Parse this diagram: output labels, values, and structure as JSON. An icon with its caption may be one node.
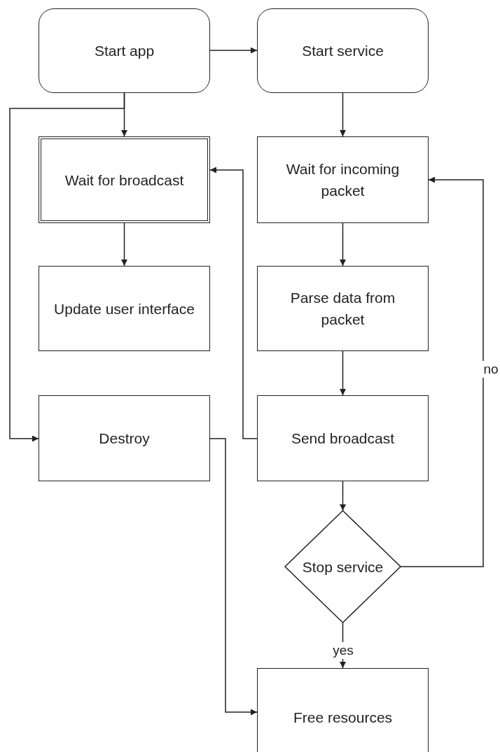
{
  "diagram": {
    "nodes": [
      {
        "text": [
          "Start app"
        ]
      },
      {
        "text": [
          "Start service"
        ]
      },
      {
        "text": [
          "Wait for broadcast"
        ]
      },
      {
        "text": [
          "Wait for incoming packet"
        ]
      },
      {
        "text": [
          "Update user interface"
        ]
      },
      {
        "text": [
          "Parse data from packet"
        ]
      },
      {
        "text": [
          "Destroy"
        ]
      },
      {
        "text": [
          "Send broadcast"
        ]
      },
      {
        "text": [
          "Stop service"
        ]
      },
      {
        "text": [
          "Free resources"
        ]
      }
    ],
    "edges": [
      {
        "from": 0,
        "to": 1,
        "arrow": "to"
      },
      {
        "from": 0,
        "to": 2,
        "arrow": "to"
      },
      {
        "from": 0,
        "to": 6,
        "arrow": "to"
      },
      {
        "from": 1,
        "to": 3,
        "arrow": "to"
      },
      {
        "from": 2,
        "to": 4,
        "arrow": "to"
      },
      {
        "from": 3,
        "to": 5,
        "arrow": "to"
      },
      {
        "from": 5,
        "to": 7,
        "arrow": "to"
      },
      {
        "from": 7,
        "to": 2,
        "arrow": "to"
      },
      {
        "from": 7,
        "to": 8,
        "arrow": "to"
      },
      {
        "from": 8,
        "to": 3,
        "arrow": "to",
        "label": "no"
      },
      {
        "from": 8,
        "to": 9,
        "arrow": "to",
        "label": "yes"
      },
      {
        "from": 6,
        "to": 9,
        "arrow": "to"
      }
    ]
  }
}
